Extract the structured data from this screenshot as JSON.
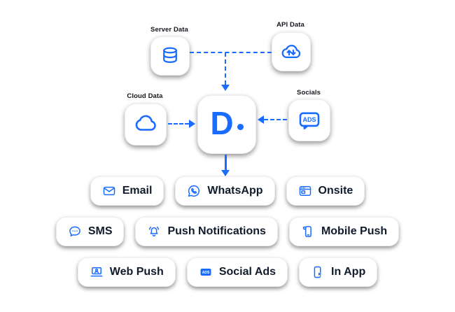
{
  "colors": {
    "accent": "#1A6BFF",
    "text": "#101C2C",
    "card_bg": "#FFFFFF"
  },
  "sources": {
    "server": {
      "label": "Server Data",
      "icon": "database-icon"
    },
    "api": {
      "label": "API Data",
      "icon": "cloud-sync-icon"
    },
    "cloud": {
      "label": "Cloud Data",
      "icon": "cloud-icon"
    },
    "socials": {
      "label": "Socials",
      "icon": "ads-icon",
      "badge": "ADS"
    }
  },
  "hub": {
    "letter": "D",
    "icon": "hub-logo"
  },
  "connections": [
    {
      "from": "Server Data",
      "to": "hub",
      "style": "dashed"
    },
    {
      "from": "API Data",
      "to": "hub",
      "style": "dashed"
    },
    {
      "from": "Cloud Data",
      "to": "hub",
      "style": "dashed"
    },
    {
      "from": "Socials",
      "to": "hub",
      "style": "dashed"
    },
    {
      "from": "hub",
      "to": "channels",
      "style": "solid"
    }
  ],
  "channels": {
    "rows": [
      {
        "items": [
          {
            "label": "Email",
            "icon": "email-icon"
          },
          {
            "label": "WhatsApp",
            "icon": "whatsapp-icon"
          },
          {
            "label": "Onsite",
            "icon": "onsite-icon"
          }
        ]
      },
      {
        "items": [
          {
            "label": "SMS",
            "icon": "sms-icon"
          },
          {
            "label": "Push Notifications",
            "icon": "bell-icon"
          },
          {
            "label": "Mobile Push",
            "icon": "mobile-push-icon"
          }
        ]
      },
      {
        "items": [
          {
            "label": "Web Push",
            "icon": "web-push-icon"
          },
          {
            "label": "Social Ads",
            "icon": "social-ads-icon",
            "badge": "ADS"
          },
          {
            "label": "In App",
            "icon": "in-app-icon"
          }
        ]
      }
    ]
  }
}
